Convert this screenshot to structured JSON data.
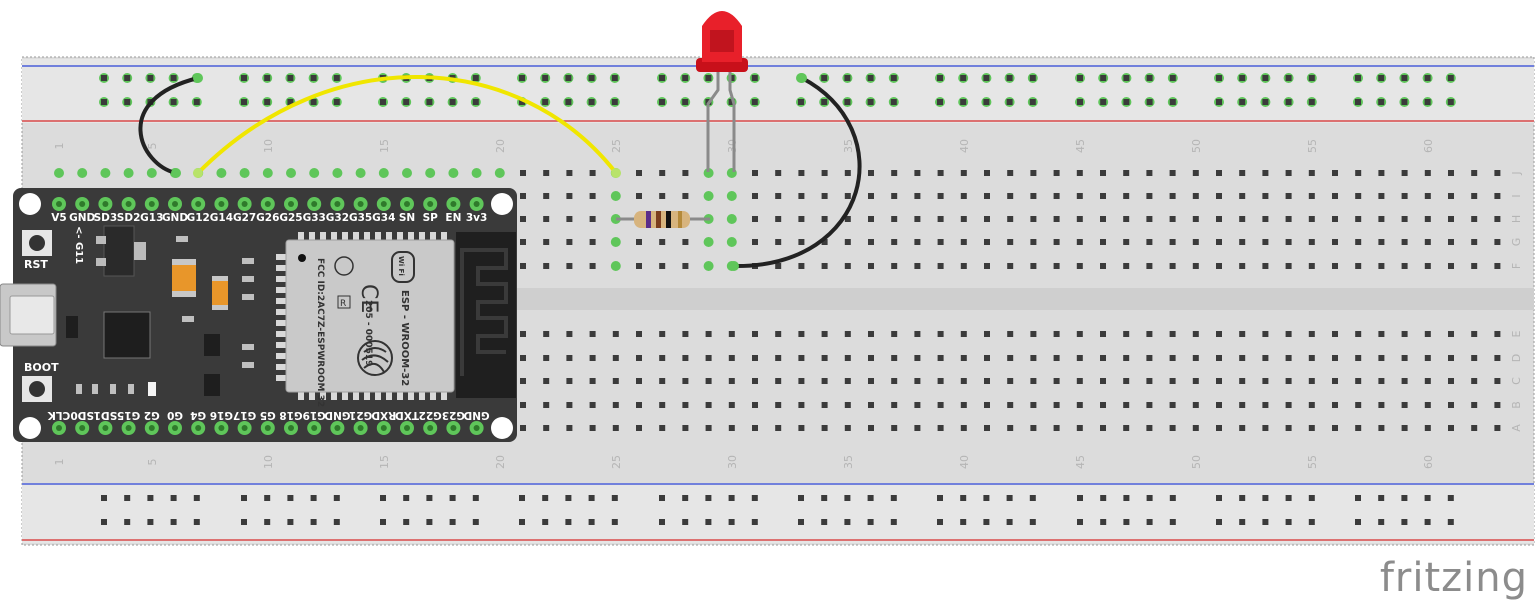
{
  "watermark": "fritzing",
  "breadboard": {
    "column_numbers": [
      "1",
      "5",
      "10",
      "15",
      "20",
      "25",
      "30",
      "35",
      "40",
      "45",
      "50",
      "55",
      "60"
    ],
    "row_letters_top": [
      "J",
      "I",
      "H",
      "G",
      "F"
    ],
    "row_letters_bottom": [
      "E",
      "D",
      "C",
      "B",
      "A"
    ]
  },
  "esp32": {
    "top_pin_labels": [
      "V5",
      "GND",
      "SD3",
      "SD2",
      "G13",
      "GND",
      "G12",
      "G14",
      "G27",
      "G26",
      "G25",
      "G33",
      "G32",
      "G35",
      "G34",
      "SN",
      "SP",
      "EN",
      "3v3"
    ],
    "bottom_pin_labels": [
      "CLK",
      "SD0",
      "SD1",
      "G15",
      "G2",
      "G0",
      "G4",
      "G16",
      "G17",
      "G5",
      "G18",
      "G19",
      "GND",
      "G21",
      "RXD",
      "TXD",
      "G22",
      "G23",
      "GND"
    ],
    "rst_label": "RST",
    "boot_label": "BOOT",
    "led_pin_label": "<- G11",
    "module": {
      "wifi_logo": "Wi Fi",
      "name": "ESP - WROOM-32",
      "fcc": "FCC ID:2AC7Z-ESPWROOM 32",
      "code": "205 - 000519",
      "ce": "CE",
      "r_mark": "R"
    }
  },
  "colors": {
    "board": "#d9d9d9",
    "strip": "#e4e4e4",
    "rail_red": "#d94a4a",
    "rail_blue": "#4a5fd9",
    "hole": "#3b3b3b",
    "green_ring": "#5fc65a",
    "esp_pcb": "#3a3a3a",
    "wire_yellow": "#f0e600",
    "wire_black": "#222222",
    "led_red": "#e8202a"
  }
}
